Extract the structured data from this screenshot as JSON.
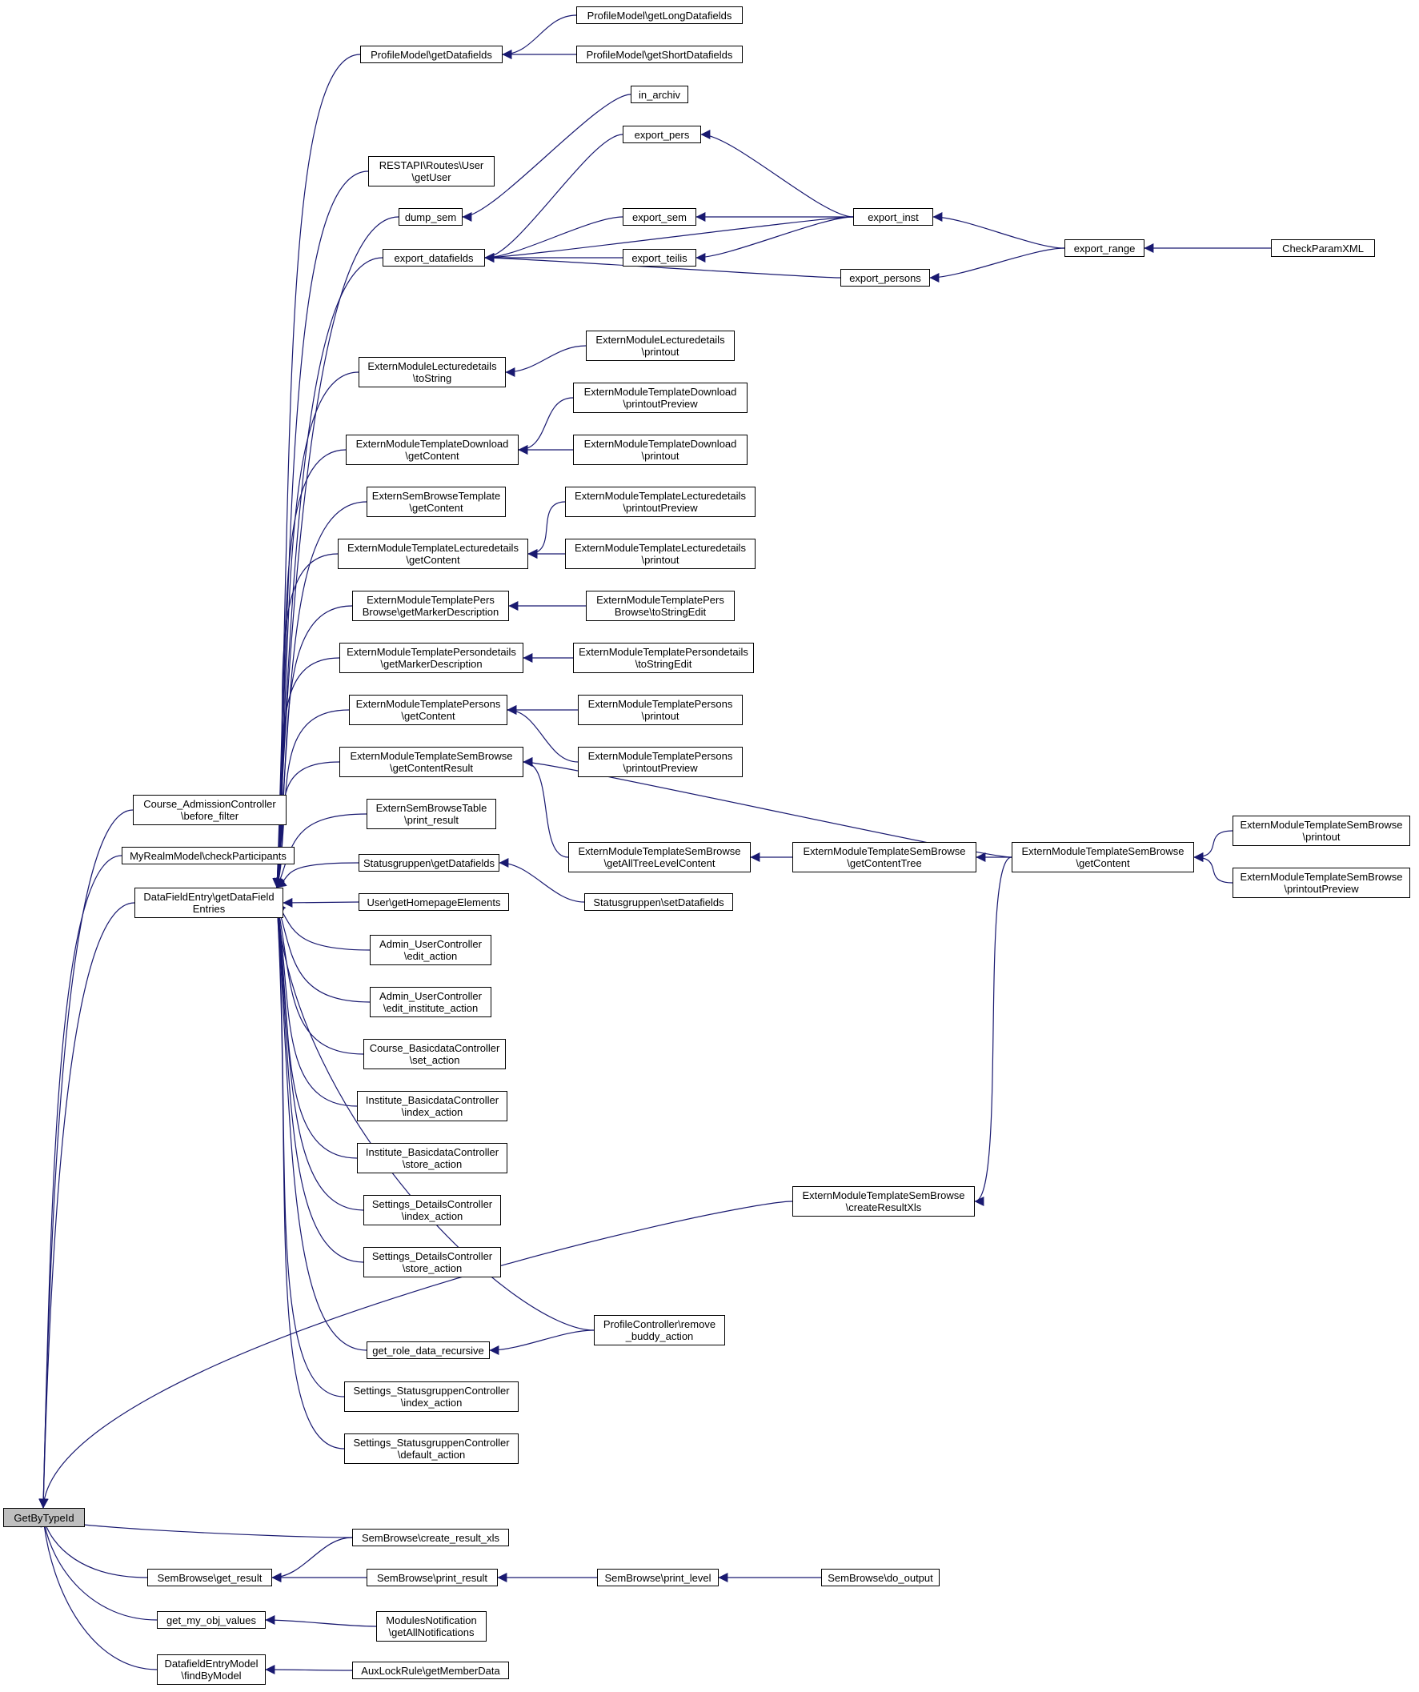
{
  "diagram": {
    "type": "call-graph",
    "root": "GetByTypeId",
    "edge_color": "#191970",
    "root_fill": "#bfbfbf",
    "nodes": [
      {
        "id": "GetByTypeId",
        "label": "GetByTypeId"
      },
      {
        "id": "pm_getDatafields",
        "label": "ProfileModel\\getDatafields"
      },
      {
        "id": "pm_getLong",
        "label": "ProfileModel\\getLongDatafields"
      },
      {
        "id": "pm_getShort",
        "label": "ProfileModel\\getShortDatafields"
      },
      {
        "id": "in_archiv",
        "label": "in_archiv"
      },
      {
        "id": "restapi_getUser",
        "label": "RESTAPI\\Routes\\User\n\\getUser"
      },
      {
        "id": "export_pers",
        "label": "export_pers"
      },
      {
        "id": "dump_sem",
        "label": "dump_sem"
      },
      {
        "id": "export_inst",
        "label": "export_inst"
      },
      {
        "id": "export_sem",
        "label": "export_sem"
      },
      {
        "id": "export_datafields",
        "label": "export_datafields"
      },
      {
        "id": "export_range",
        "label": "export_range"
      },
      {
        "id": "CheckParamXML",
        "label": "CheckParamXML"
      },
      {
        "id": "export_teilis",
        "label": "export_teilis"
      },
      {
        "id": "export_persons",
        "label": "export_persons"
      },
      {
        "id": "eml_printout",
        "label": "ExternModuleLecturedetails\n\\printout"
      },
      {
        "id": "eml_toString",
        "label": "ExternModuleLecturedetails\n\\toString"
      },
      {
        "id": "emtd_printoutPreview",
        "label": "ExternModuleTemplateDownload\n\\printoutPreview"
      },
      {
        "id": "emtd_getContent",
        "label": "ExternModuleTemplateDownload\n\\getContent"
      },
      {
        "id": "emtd_printout",
        "label": "ExternModuleTemplateDownload\n\\printout"
      },
      {
        "id": "esbt_getContent",
        "label": "ExternSemBrowseTemplate\n\\getContent"
      },
      {
        "id": "emtl_printoutPreview",
        "label": "ExternModuleTemplateLecturedetails\n\\printoutPreview"
      },
      {
        "id": "emtl_getContent",
        "label": "ExternModuleTemplateLecturedetails\n\\getContent"
      },
      {
        "id": "emtl_printout",
        "label": "ExternModuleTemplateLecturedetails\n\\printout"
      },
      {
        "id": "emtpb_getMarker",
        "label": "ExternModuleTemplatePers\nBrowse\\getMarkerDescription"
      },
      {
        "id": "emtpb_toStringEdit",
        "label": "ExternModuleTemplatePers\nBrowse\\toStringEdit"
      },
      {
        "id": "emtpd_getMarker",
        "label": "ExternModuleTemplatePersondetails\n\\getMarkerDescription"
      },
      {
        "id": "emtpd_toStringEdit",
        "label": "ExternModuleTemplatePersondetails\n\\toStringEdit"
      },
      {
        "id": "emtp_getContent",
        "label": "ExternModuleTemplatePersons\n\\getContent"
      },
      {
        "id": "emtp_printout",
        "label": "ExternModuleTemplatePersons\n\\printout"
      },
      {
        "id": "emtp_printoutPreview",
        "label": "ExternModuleTemplatePersons\n\\printoutPreview"
      },
      {
        "id": "course_admission",
        "label": "Course_AdmissionController\n\\before_filter"
      },
      {
        "id": "emtsb_getContentResult",
        "label": "ExternModuleTemplateSemBrowse\n\\getContentResult"
      },
      {
        "id": "myrealm",
        "label": "MyRealmModel\\checkParticipants"
      },
      {
        "id": "esbtable_print",
        "label": "ExternSemBrowseTable\n\\print_result"
      },
      {
        "id": "emtsb_getAllTree",
        "label": "ExternModuleTemplateSemBrowse\n\\getAllTreeLevelContent"
      },
      {
        "id": "emtsb_getContentTree",
        "label": "ExternModuleTemplateSemBrowse\n\\getContentTree"
      },
      {
        "id": "emtsb_getContent",
        "label": "ExternModuleTemplateSemBrowse\n\\getContent"
      },
      {
        "id": "emtsb_printout",
        "label": "ExternModuleTemplateSemBrowse\n\\printout"
      },
      {
        "id": "emtsb_printoutPreview",
        "label": "ExternModuleTemplateSemBrowse\n\\printoutPreview"
      },
      {
        "id": "statusgruppen_get",
        "label": "Statusgruppen\\getDatafields"
      },
      {
        "id": "dfe_getDatafieldEntries",
        "label": "DataFieldEntry\\getDataField\nEntries"
      },
      {
        "id": "user_homepage",
        "label": "User\\getHomepageElements"
      },
      {
        "id": "statusgruppen_set",
        "label": "Statusgruppen\\setDatafields"
      },
      {
        "id": "admin_edit",
        "label": "Admin_UserController\n\\edit_action"
      },
      {
        "id": "admin_edit_inst",
        "label": "Admin_UserController\n\\edit_institute_action"
      },
      {
        "id": "course_basic_set",
        "label": "Course_BasicdataController\n\\set_action"
      },
      {
        "id": "inst_basic_index",
        "label": "Institute_BasicdataController\n\\index_action"
      },
      {
        "id": "inst_basic_store",
        "label": "Institute_BasicdataController\n\\store_action"
      },
      {
        "id": "emtsb_createResultXls",
        "label": "ExternModuleTemplateSemBrowse\n\\createResultXls"
      },
      {
        "id": "settings_details_index",
        "label": "Settings_DetailsController\n\\index_action"
      },
      {
        "id": "settings_details_store",
        "label": "Settings_DetailsController\n\\store_action"
      },
      {
        "id": "profile_remove_buddy",
        "label": "ProfileController\\remove\n_buddy_action"
      },
      {
        "id": "get_role_data",
        "label": "get_role_data_recursive"
      },
      {
        "id": "settings_sg_index",
        "label": "Settings_StatusgruppenController\n\\index_action"
      },
      {
        "id": "settings_sg_default",
        "label": "Settings_StatusgruppenController\n\\default_action"
      },
      {
        "id": "sembrowse_create_xls",
        "label": "SemBrowse\\create_result_xls"
      },
      {
        "id": "sembrowse_get_result",
        "label": "SemBrowse\\get_result"
      },
      {
        "id": "sembrowse_print_result",
        "label": "SemBrowse\\print_result"
      },
      {
        "id": "sembrowse_print_level",
        "label": "SemBrowse\\print_level"
      },
      {
        "id": "sembrowse_do_output",
        "label": "SemBrowse\\do_output"
      },
      {
        "id": "get_my_obj_values",
        "label": "get_my_obj_values"
      },
      {
        "id": "modules_notification",
        "label": "ModulesNotification\n\\getAllNotifications"
      },
      {
        "id": "dfem_findByModel",
        "label": "DatafieldEntryModel\n\\findByModel"
      },
      {
        "id": "auxlock",
        "label": "AuxLockRule\\getMemberData"
      }
    ],
    "edges": [
      [
        "pm_getDatafields",
        "pm_getLong"
      ],
      [
        "pm_getDatafields",
        "pm_getShort"
      ],
      [
        "dump_sem",
        "in_archiv"
      ],
      [
        "export_datafields",
        "export_pers"
      ],
      [
        "export_datafields",
        "export_inst"
      ],
      [
        "export_datafields",
        "export_sem"
      ],
      [
        "export_datafields",
        "export_teilis"
      ],
      [
        "export_datafields",
        "export_persons"
      ],
      [
        "export_pers",
        "export_inst"
      ],
      [
        "export_sem",
        "export_inst"
      ],
      [
        "export_teilis",
        "export_inst"
      ],
      [
        "export_inst",
        "export_range"
      ],
      [
        "export_persons",
        "export_range"
      ],
      [
        "export_range",
        "CheckParamXML"
      ],
      [
        "eml_toString",
        "eml_printout"
      ],
      [
        "emtd_getContent",
        "emtd_printoutPreview"
      ],
      [
        "emtd_getContent",
        "emtd_printout"
      ],
      [
        "emtl_getContent",
        "emtl_printoutPreview"
      ],
      [
        "emtl_getContent",
        "emtl_printout"
      ],
      [
        "emtpb_getMarker",
        "emtpb_toStringEdit"
      ],
      [
        "emtpd_getMarker",
        "emtpd_toStringEdit"
      ],
      [
        "emtp_getContent",
        "emtp_printout"
      ],
      [
        "emtp_getContent",
        "emtp_printoutPreview"
      ],
      [
        "emtsb_getContentResult",
        "emtsb_getAllTree"
      ],
      [
        "emtsb_getContentResult",
        "emtsb_getContent"
      ],
      [
        "emtsb_getAllTree",
        "emtsb_getContentTree"
      ],
      [
        "emtsb_getContentTree",
        "emtsb_getContent"
      ],
      [
        "emtsb_getContent",
        "emtsb_printout"
      ],
      [
        "emtsb_getContent",
        "emtsb_printoutPreview"
      ],
      [
        "emtsb_createResultXls",
        "emtsb_getContent"
      ],
      [
        "statusgruppen_get",
        "statusgruppen_set"
      ],
      [
        "dfe_getDatafieldEntries",
        "pm_getDatafields"
      ],
      [
        "dfe_getDatafieldEntries",
        "restapi_getUser"
      ],
      [
        "dfe_getDatafieldEntries",
        "dump_sem"
      ],
      [
        "dfe_getDatafieldEntries",
        "export_datafields"
      ],
      [
        "dfe_getDatafieldEntries",
        "eml_toString"
      ],
      [
        "dfe_getDatafieldEntries",
        "emtd_getContent"
      ],
      [
        "dfe_getDatafieldEntries",
        "esbt_getContent"
      ],
      [
        "dfe_getDatafieldEntries",
        "emtl_getContent"
      ],
      [
        "dfe_getDatafieldEntries",
        "emtpb_getMarker"
      ],
      [
        "dfe_getDatafieldEntries",
        "emtpd_getMarker"
      ],
      [
        "dfe_getDatafieldEntries",
        "emtp_getContent"
      ],
      [
        "dfe_getDatafieldEntries",
        "emtsb_getContentResult"
      ],
      [
        "dfe_getDatafieldEntries",
        "esbtable_print"
      ],
      [
        "dfe_getDatafieldEntries",
        "statusgruppen_get"
      ],
      [
        "dfe_getDatafieldEntries",
        "user_homepage"
      ],
      [
        "dfe_getDatafieldEntries",
        "admin_edit"
      ],
      [
        "dfe_getDatafieldEntries",
        "admin_edit_inst"
      ],
      [
        "dfe_getDatafieldEntries",
        "course_basic_set"
      ],
      [
        "dfe_getDatafieldEntries",
        "inst_basic_index"
      ],
      [
        "dfe_getDatafieldEntries",
        "inst_basic_store"
      ],
      [
        "dfe_getDatafieldEntries",
        "settings_details_index"
      ],
      [
        "dfe_getDatafieldEntries",
        "settings_details_store"
      ],
      [
        "dfe_getDatafieldEntries",
        "profile_remove_buddy"
      ],
      [
        "dfe_getDatafieldEntries",
        "get_role_data"
      ],
      [
        "dfe_getDatafieldEntries",
        "settings_sg_index"
      ],
      [
        "dfe_getDatafieldEntries",
        "settings_sg_default"
      ],
      [
        "get_role_data",
        "profile_remove_buddy"
      ],
      [
        "GetByTypeId",
        "course_admission"
      ],
      [
        "GetByTypeId",
        "myrealm"
      ],
      [
        "GetByTypeId",
        "dfe_getDatafieldEntries"
      ],
      [
        "GetByTypeId",
        "emtsb_createResultXls"
      ],
      [
        "GetByTypeId",
        "sembrowse_create_xls"
      ],
      [
        "GetByTypeId",
        "sembrowse_get_result"
      ],
      [
        "GetByTypeId",
        "get_my_obj_values"
      ],
      [
        "GetByTypeId",
        "dfem_findByModel"
      ],
      [
        "sembrowse_get_result",
        "sembrowse_create_xls"
      ],
      [
        "sembrowse_get_result",
        "sembrowse_print_result"
      ],
      [
        "sembrowse_print_result",
        "sembrowse_print_level"
      ],
      [
        "sembrowse_print_level",
        "sembrowse_do_output"
      ],
      [
        "get_my_obj_values",
        "modules_notification"
      ],
      [
        "dfem_findByModel",
        "auxlock"
      ]
    ]
  }
}
